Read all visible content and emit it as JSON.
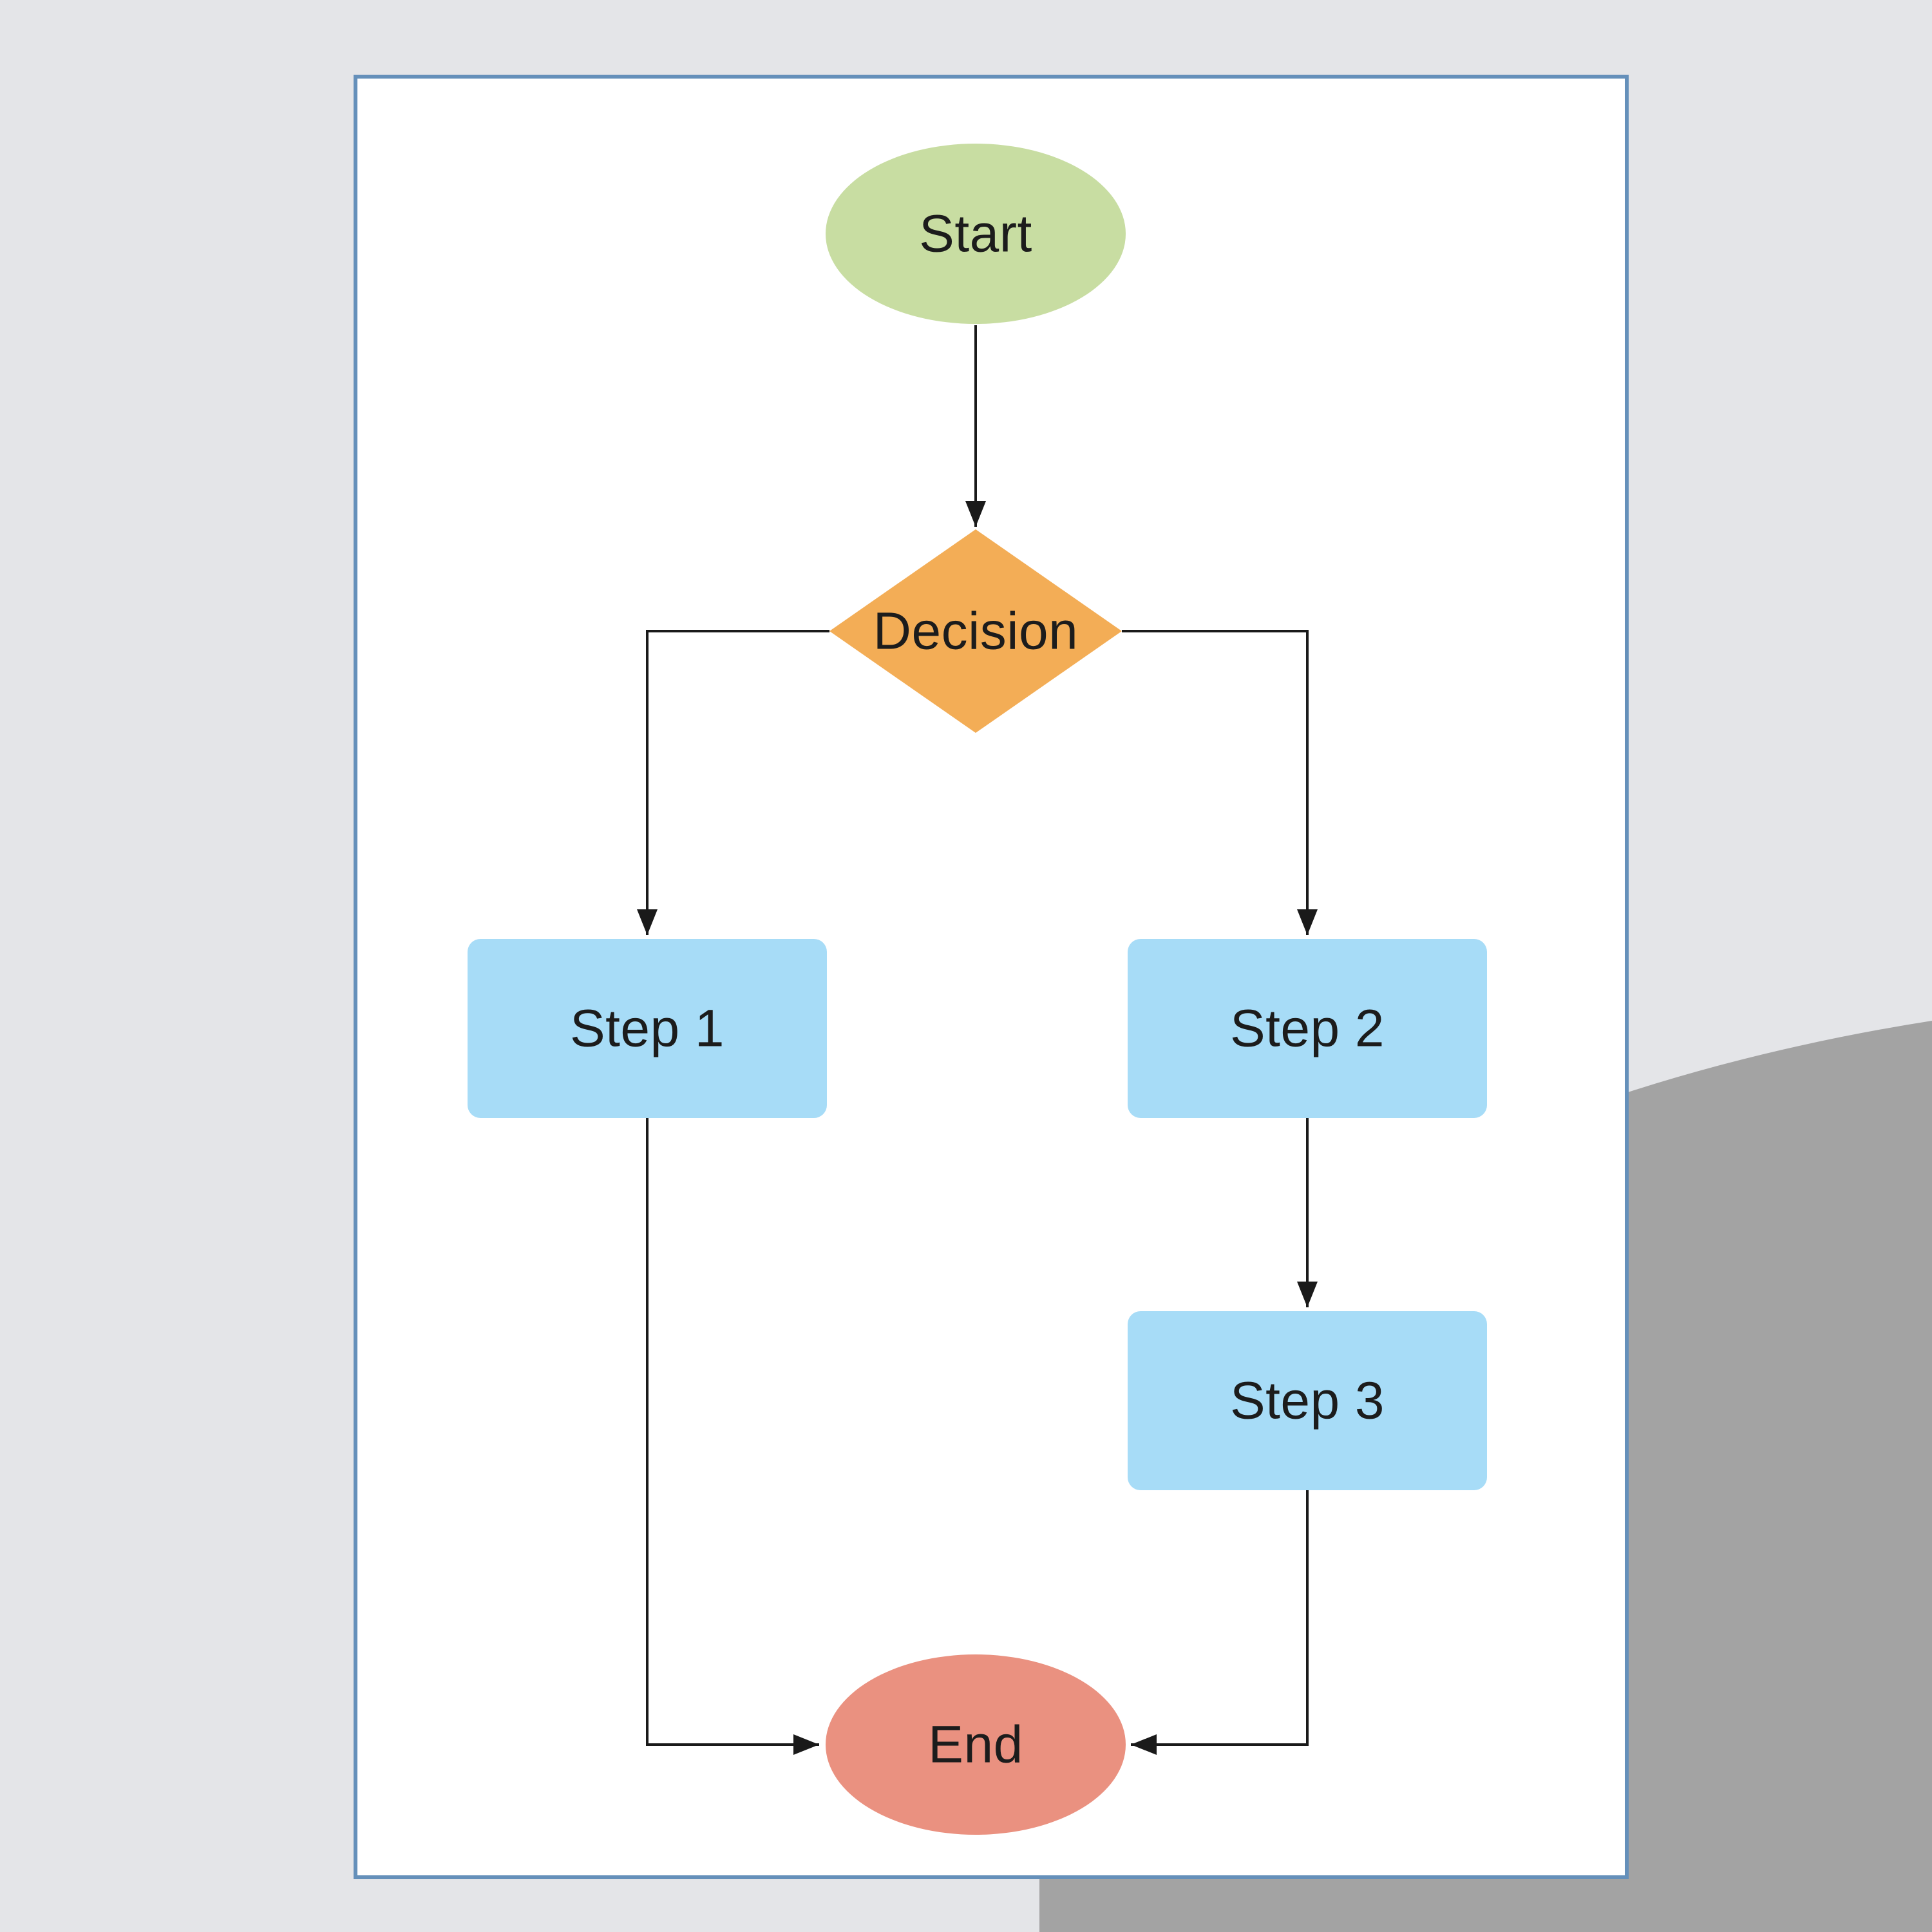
{
  "document": {
    "kind": "flowchart",
    "title": "Simple flowchart on slide page"
  },
  "palette": {
    "canvas_bg": "#e4e5e8",
    "blob_gray": "#a3a3a3",
    "page_fill": "#ffffff",
    "page_border": "#6590ba",
    "line_color": "#1a1a1a",
    "text_color": "#1c1c1c",
    "start_fill": "#c8dda2",
    "decision_fill": "#f3ad56",
    "step_fill": "#a7dcf7",
    "end_fill": "#ea9180"
  },
  "nodes": {
    "start": {
      "label": "Start",
      "shape": "ellipse"
    },
    "decision": {
      "label": "Decision",
      "shape": "diamond"
    },
    "step1": {
      "label": "Step 1",
      "shape": "rounded-rectangle"
    },
    "step2": {
      "label": "Step 2",
      "shape": "rounded-rectangle"
    },
    "step3": {
      "label": "Step 3",
      "shape": "rounded-rectangle"
    },
    "end": {
      "label": "End",
      "shape": "ellipse"
    }
  },
  "edges": [
    {
      "from": "start",
      "to": "decision"
    },
    {
      "from": "decision",
      "to": "step1"
    },
    {
      "from": "decision",
      "to": "step2"
    },
    {
      "from": "step1",
      "to": "end"
    },
    {
      "from": "step2",
      "to": "step3"
    },
    {
      "from": "step3",
      "to": "end"
    }
  ]
}
